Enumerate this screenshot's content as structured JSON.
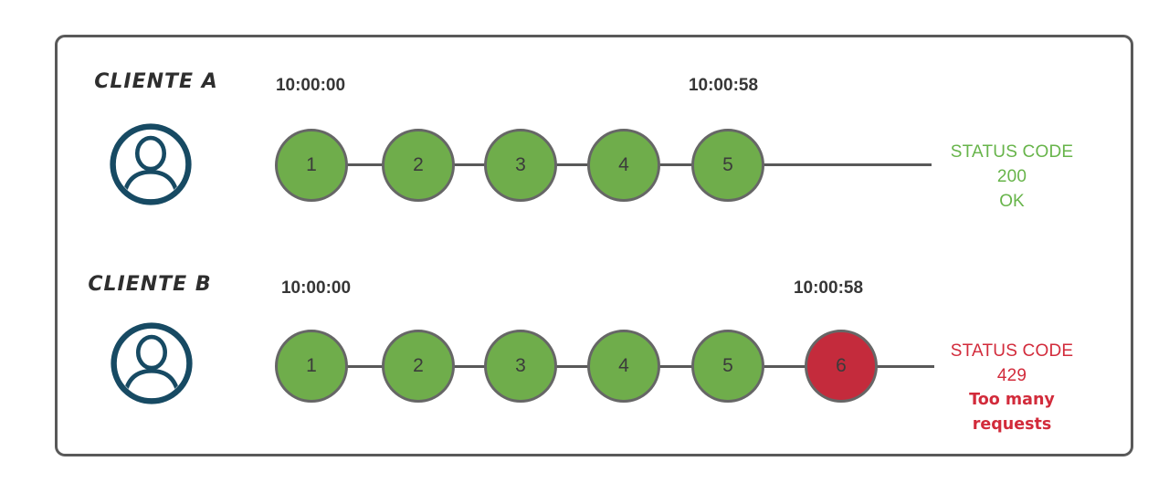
{
  "colors": {
    "frame_border": "#595959",
    "connector": "#595959",
    "circle_border": "#666666",
    "request_ok": "#6FAD4B",
    "request_error": "#C42B3C",
    "avatar": "#174A63",
    "client_text": "#2E2E2E",
    "timestamp_text": "#363636",
    "number_text": "#3B3B3B",
    "ok_text": "#67B44A",
    "error_text": "#D22B3B"
  },
  "icons": {
    "client": "user-avatar-icon"
  },
  "rows": [
    {
      "client_label": "CLIENTE A",
      "start_time": "10:00:00",
      "end_time": "10:00:58",
      "requests": [
        {
          "label": "1",
          "status": "ok"
        },
        {
          "label": "2",
          "status": "ok"
        },
        {
          "label": "3",
          "status": "ok"
        },
        {
          "label": "4",
          "status": "ok"
        },
        {
          "label": "5",
          "status": "ok"
        }
      ],
      "status_line1": "STATUS CODE 200",
      "status_line2": "OK"
    },
    {
      "client_label": "CLIENTE B",
      "start_time": "10:00:00",
      "end_time": "10:00:58",
      "requests": [
        {
          "label": "1",
          "status": "ok"
        },
        {
          "label": "2",
          "status": "ok"
        },
        {
          "label": "3",
          "status": "ok"
        },
        {
          "label": "4",
          "status": "ok"
        },
        {
          "label": "5",
          "status": "ok"
        },
        {
          "label": "6",
          "status": "error"
        }
      ],
      "status_line1": "STATUS CODE 429",
      "status_line2": "Too many requests"
    }
  ]
}
